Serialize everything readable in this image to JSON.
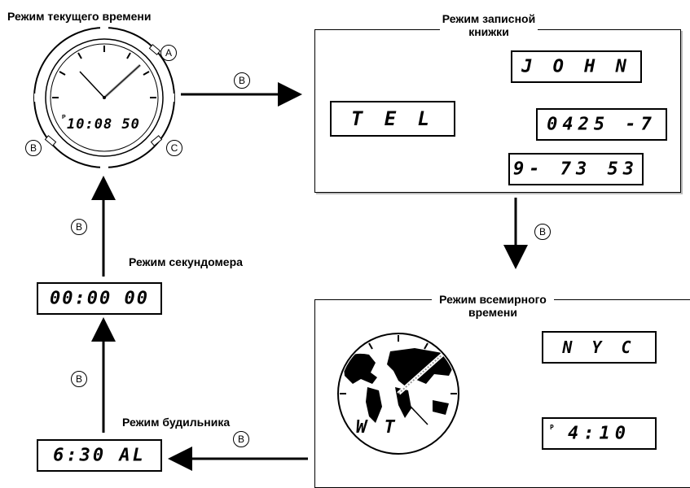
{
  "buttons": {
    "a": "A",
    "b": "B",
    "c": "C"
  },
  "modes": {
    "timekeeping": {
      "title": "Режим текущего времени",
      "display": "10:08 50",
      "pm": "P"
    },
    "telememo": {
      "title": "Режим записной\nкнижки",
      "title_line1": "Режим записной",
      "title_line2": "книжки",
      "tel": "T E L",
      "name": "J O H N",
      "phone1": "0425 -7",
      "phone2": "9- 73 53"
    },
    "world_time": {
      "title_line1": "Режим всемирного",
      "title_line2": "времени",
      "map_label": "W T",
      "city": "N Y C",
      "time": "4:10",
      "pm": "P"
    },
    "alarm": {
      "title": "Режим будильника",
      "display": "6:30 AL"
    },
    "stopwatch": {
      "title": "Режим секундомера",
      "display": "00:00 00"
    }
  },
  "colors": {
    "ink": "#000000",
    "arrow_gray": "#9a9a9a",
    "shadow": "#bbbbbb"
  }
}
